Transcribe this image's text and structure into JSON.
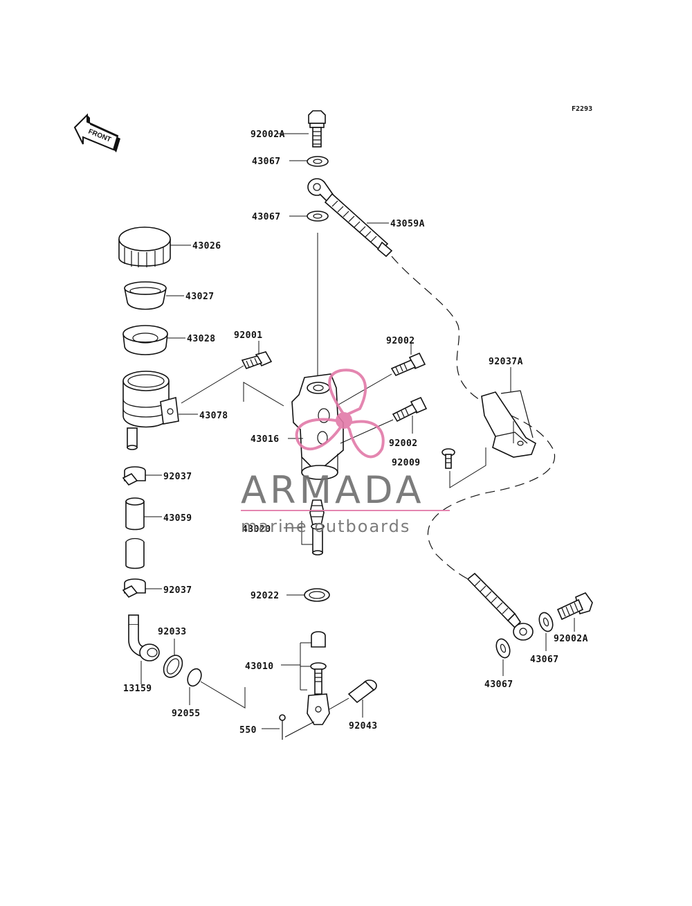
{
  "figure_ref": "F2293",
  "front_marker": "FRONT",
  "watermark": {
    "title": "ARMADA",
    "subtitle": "marine outboards",
    "accent_color": "#e27aa8",
    "text_color": "#6e6e6e"
  },
  "parts": {
    "p92002A_top": "92002A",
    "p43067_a": "43067",
    "p43067_b": "43067",
    "p43059A": "43059A",
    "p43026": "43026",
    "p43027": "43027",
    "p43028": "43028",
    "p92001": "92001",
    "p43078": "43078",
    "p92002_a": "92002",
    "p92002_b": "92002",
    "p43016": "43016",
    "p92009": "92009",
    "p92037A": "92037A",
    "p92037_a": "92037",
    "p43059": "43059",
    "p43020": "43020",
    "p92037_b": "92037",
    "p92022": "92022",
    "p92033": "92033",
    "p13159": "13159",
    "p92055": "92055",
    "p43010": "43010",
    "p550": "550",
    "p92043": "92043",
    "p43067_c": "43067",
    "p92002A_b": "92002A",
    "p43067_d": "43067"
  }
}
